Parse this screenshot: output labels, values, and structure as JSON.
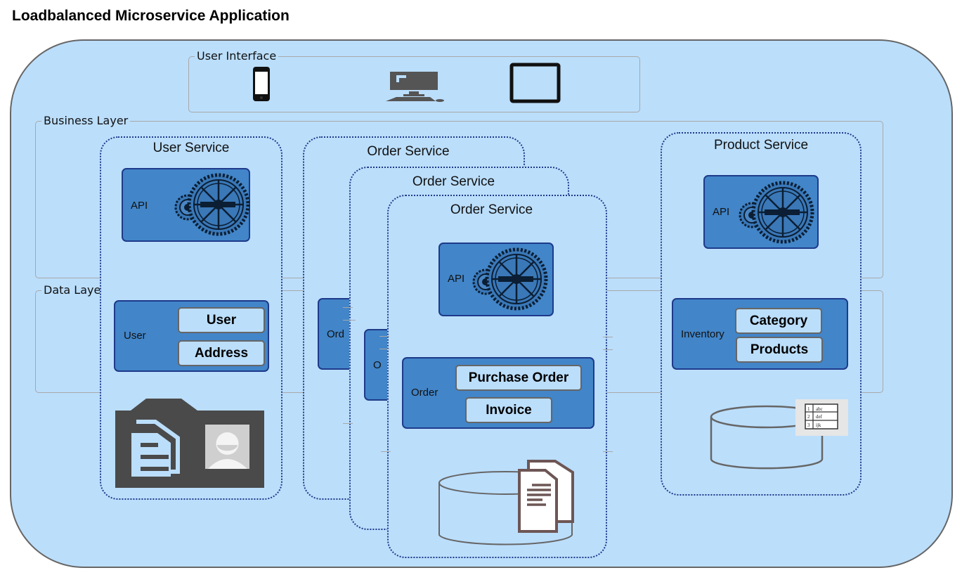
{
  "title": "Loadbalanced Microservice Application",
  "colors": {
    "container_fill": "#bbdefb",
    "component_fill": "#4285c8",
    "component_border": "#1e3a8a",
    "icon_dark": "#4a4a4a"
  },
  "groups": {
    "user_interface": {
      "label": "User Interface",
      "devices": [
        "smartphone-icon",
        "desktop-computer-icon",
        "tablet-icon"
      ]
    },
    "business_layer": {
      "label": "Business Layer"
    },
    "data_layer": {
      "label": "Data Layer"
    }
  },
  "services": {
    "user": {
      "title": "User Service",
      "api_label": "API",
      "data_label": "User",
      "entities": [
        "User",
        "Address"
      ],
      "storage_icon": "contact-card-icon"
    },
    "order_back2": {
      "title": "Order Service",
      "data_label_partial": "Ord"
    },
    "order_back1": {
      "title": "Order Service",
      "data_label_partial": "O"
    },
    "order_front": {
      "title": "Order Service",
      "api_label": "API",
      "data_label": "Order",
      "entities": [
        "Purchase Order",
        "Invoice"
      ],
      "storage_icon": "document-database-icon"
    },
    "product": {
      "title": "Product Service",
      "api_label": "API",
      "data_label": "Inventory",
      "entities": [
        "Category",
        "Products"
      ],
      "storage_icon": "table-database-icon",
      "table_rows": [
        [
          "1",
          "abc"
        ],
        [
          "2",
          "def"
        ],
        [
          "3",
          "ijk"
        ]
      ]
    }
  }
}
